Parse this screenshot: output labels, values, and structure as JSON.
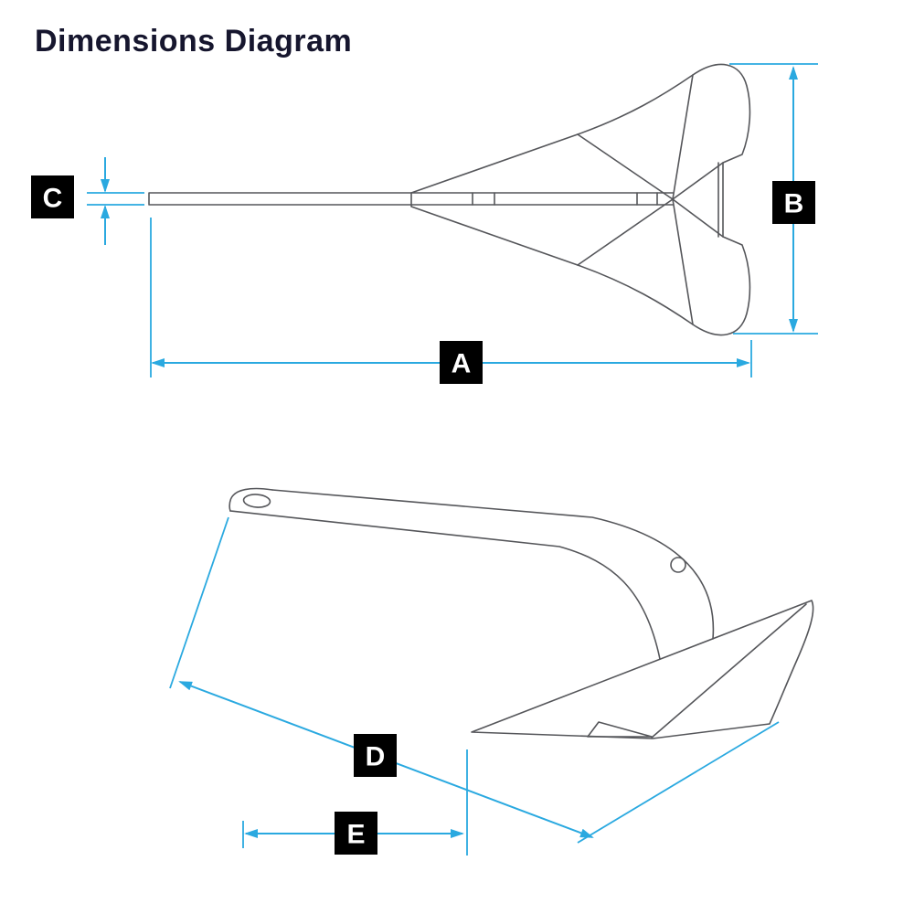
{
  "title": "Dimensions Diagram",
  "colors": {
    "accent": "#2aa9e0",
    "outline": "#55565a",
    "label-bg": "#000000",
    "label-fg": "#ffffff",
    "title": "#16162e",
    "background": "#ffffff"
  },
  "dimensions": {
    "a": {
      "label": "A"
    },
    "b": {
      "label": "B"
    },
    "c": {
      "label": "C"
    },
    "d": {
      "label": "D"
    },
    "e": {
      "label": "E"
    }
  }
}
